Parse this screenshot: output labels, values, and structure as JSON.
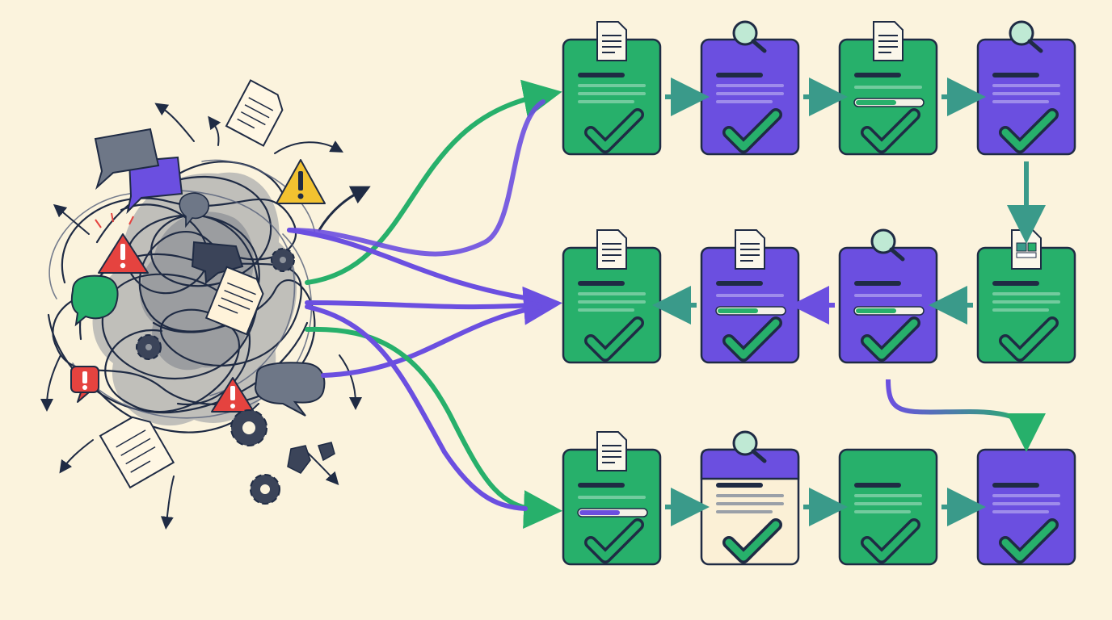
{
  "colors": {
    "background": "#fbf3dd",
    "outline": "#1f2b44",
    "green": "#27b06b",
    "purple": "#6b4fe0",
    "teal": "#3a9a8a",
    "cream_card": "#fbf0d6",
    "alert_red": "#e5433f",
    "alert_yellow": "#f2c230",
    "gray_bubble": "#6e7787",
    "dark_bubble": "#3b4459",
    "check_green": "#27b06b",
    "smoke": "#8f949c"
  },
  "chaos": {
    "icons": [
      "chat-bubble-icon",
      "warning-icon",
      "gear-icon",
      "document-icon",
      "arrow-icon"
    ]
  },
  "workflow": {
    "rows": [
      {
        "direction": "right",
        "cards": [
          {
            "color": "green",
            "top_icon": "document-icon",
            "content": "lines"
          },
          {
            "color": "purple",
            "top_icon": "magnifier-icon",
            "content": "lines"
          },
          {
            "color": "green",
            "top_icon": "document-icon",
            "content": "progress"
          },
          {
            "color": "purple",
            "top_icon": "magnifier-icon",
            "content": "lines"
          }
        ]
      },
      {
        "direction": "left",
        "cards": [
          {
            "color": "green",
            "top_icon": "document-icon",
            "content": "lines"
          },
          {
            "color": "purple",
            "top_icon": "document-icon",
            "content": "progress"
          },
          {
            "color": "purple",
            "top_icon": "magnifier-icon",
            "content": "progress"
          },
          {
            "color": "green",
            "top_icon": "spreadsheet-icon",
            "content": "lines"
          }
        ]
      },
      {
        "direction": "right",
        "cards": [
          {
            "color": "green",
            "top_icon": "document-icon",
            "content": "progress"
          },
          {
            "color": "cream",
            "top_icon": "magnifier-icon",
            "content": "lines"
          },
          {
            "color": "green",
            "top_icon": "none",
            "content": "lines"
          },
          {
            "color": "purple",
            "top_icon": "none",
            "content": "lines"
          }
        ]
      }
    ]
  }
}
